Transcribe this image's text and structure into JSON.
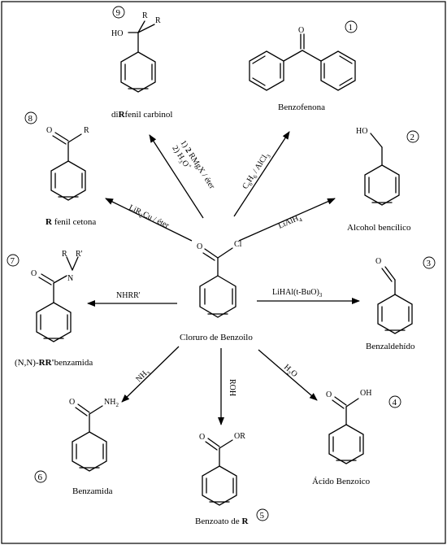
{
  "products": {
    "p1": {
      "num": "1",
      "name": "Benzofenona"
    },
    "p2": {
      "num": "2",
      "name": "Alcohol bencílico"
    },
    "p3": {
      "num": "3",
      "name": "Benzaldehído"
    },
    "p4": {
      "num": "4",
      "name": "Ácido Benzoico"
    },
    "p5": {
      "num": "5",
      "name_prefix": "Benzoato de ",
      "name_bold": "R"
    },
    "p6": {
      "num": "6",
      "name": "Benzamida"
    },
    "p7": {
      "num": "7",
      "name_prefix": "(N,N)-",
      "name_bold": "RR'",
      "name_suffix": "benzamida"
    },
    "p8": {
      "num": "8",
      "name_bold": "R",
      "name_suffix": " fenil cetona"
    },
    "p9": {
      "num": "9",
      "name_prefix": "di",
      "name_bold": "R",
      "name_suffix": "fenil carbinol"
    }
  },
  "center": {
    "name": "Cloruro de Benzoilo"
  },
  "reagents": {
    "r1_a": "C",
    "r1_b": "6",
    "r1_c": "H",
    "r1_d": "6",
    "r1_e": " / AlCl",
    "r1_f": "3",
    "r2_a": "LiAlH",
    "r2_b": "4",
    "r3_a": "LiHAl(t-BuO)",
    "r3_b": "3",
    "r4_a": "H",
    "r4_b": "2",
    "r4_c": "O",
    "r5": "ROH",
    "r6_a": "NH",
    "r6_b": "3",
    "r7": "NHRR'",
    "r8_a": "LiR",
    "r8_b": "2",
    "r8_c": "Cu / éter",
    "r9_line1_a": "1) ",
    "r9_line1_b": "2",
    "r9_line1_c": " RMgX / éter",
    "r9_line2_a": "2) H",
    "r9_line2_b": "3",
    "r9_line2_c": "O",
    "r9_line2_d": "+"
  },
  "atoms": {
    "O": "O",
    "Cl": "Cl",
    "HO": "HO",
    "OH": "OH",
    "OR": "OR",
    "NH2_a": "NH",
    "NH2_b": "2",
    "N": "N",
    "R": "R",
    "Rp": "R'"
  }
}
